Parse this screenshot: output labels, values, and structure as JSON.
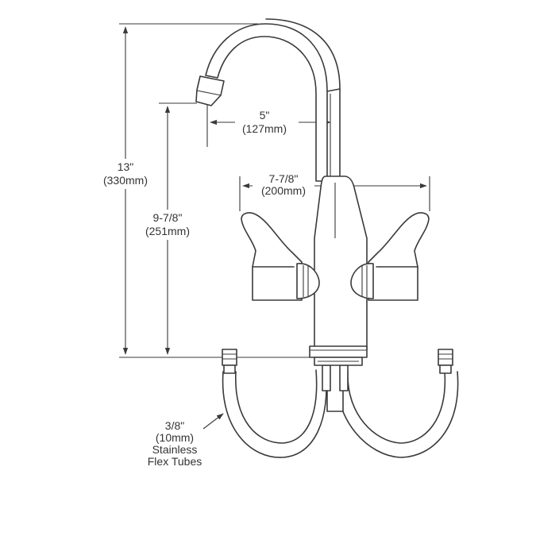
{
  "dimensions": {
    "overall_height": {
      "imperial": "13\"",
      "metric": "(330mm)"
    },
    "spout_height": {
      "imperial": "9-7/8\"",
      "metric": "(251mm)"
    },
    "spout_reach": {
      "imperial": "5\"",
      "metric": "(127mm)"
    },
    "handle_spread": {
      "imperial": "7-7/8\"",
      "metric": "(200mm)"
    }
  },
  "callout": {
    "line1": "3/8\"",
    "line2": "(10mm)",
    "line3": "Stainless",
    "line4": "Flex Tubes"
  },
  "colors": {
    "line": "#3a3a3a",
    "text": "#333333",
    "background": "#ffffff"
  }
}
